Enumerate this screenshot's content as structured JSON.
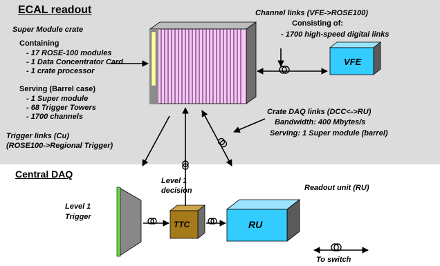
{
  "ecal": {
    "title": "ECAL readout",
    "crate_label": "Super Module crate",
    "containing_label": "Containing",
    "containing_items": [
      "- 17 ROSE-100 modules",
      "- 1 Data Concentrator Card",
      "- 1 crate processor"
    ],
    "serving_label": "Serving (Barrel case)",
    "serving_items": [
      "- 1 Super module",
      "- 68 Trigger Towers",
      "- 1700 channels"
    ],
    "trigger_links": [
      "Trigger links (Cu)",
      "(ROSE100->Regional Trigger)"
    ],
    "channel_links": [
      "Channel links (VFE->ROSE100)",
      "Consisting of:",
      "- 1700 high-speed digital links"
    ],
    "vfe_label": "VFE",
    "crate_daq": [
      "Crate DAQ links (DCC<->RU)",
      "Bandwidth: 400 Mbytes/s",
      "Serving: 1 Super module (barrel)"
    ]
  },
  "central": {
    "title": "Central DAQ",
    "level1_decision": [
      "Level 1",
      "decision"
    ],
    "level1_trigger": [
      "Level 1",
      "Trigger"
    ],
    "ttc_label": "TTC",
    "ru_label": "RU",
    "readout_unit": "Readout unit (RU)",
    "to_switch": "To switch"
  },
  "colors": {
    "panel": "#dcdcdc",
    "vfe": "#33ccff",
    "ttc": "#a67a1a",
    "ru": "#33ccff",
    "trigger_bar": "#66dd44",
    "crate_stripes": "#ffc4ff"
  }
}
